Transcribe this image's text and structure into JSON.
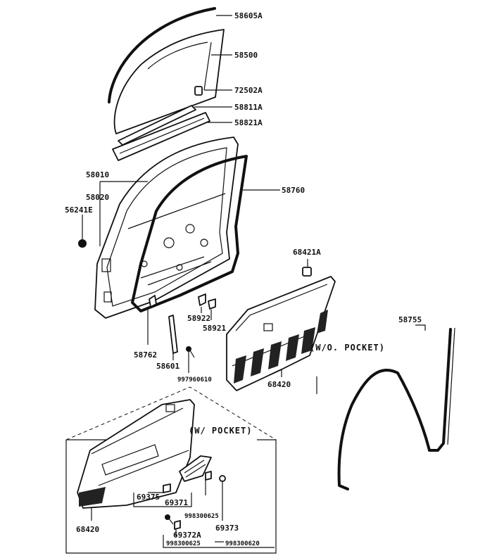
{
  "labels": {
    "p58605A": "58605A",
    "p58500": "58500",
    "p72502A": "72502A",
    "p58811A": "58811A",
    "p58821A": "58821A",
    "p58010": "58010",
    "p58020": "58020",
    "p58760": "58760",
    "p56241E": "56241E",
    "p68421A": "68421A",
    "p58922": "58922",
    "p58921": "58921",
    "p58755": "58755",
    "p58762": "58762",
    "p58601": "58601",
    "p997960610": "997960610",
    "p68420a": "68420",
    "p68420b": "68420",
    "p69375": "69375",
    "p69371": "69371",
    "p998300625": "998300625",
    "p69373": "69373",
    "p69372A": "69372A",
    "p998300625b": "998300625",
    "p998300620": "998300620"
  },
  "notes": {
    "without_pocket": "(W/O. POCKET)",
    "with_pocket": "(W/ POCKET)"
  }
}
